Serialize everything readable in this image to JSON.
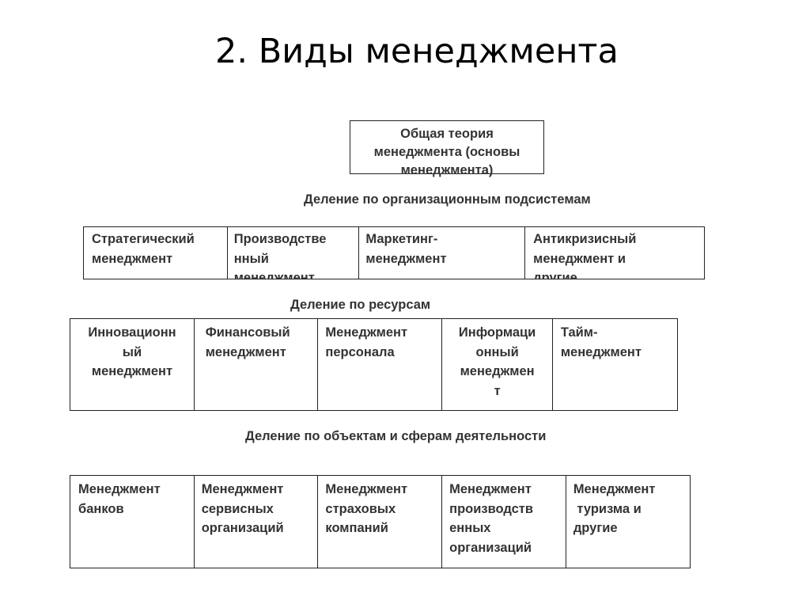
{
  "title": "2. Виды менеджмента",
  "root": {
    "lines": [
      "Общая теория",
      "менеджмента (основы",
      "менеджмента)"
    ]
  },
  "groups": [
    {
      "label": "Деление по организационным подсистемам",
      "cells": [
        {
          "lines": [
            "Стратегический",
            "менеджмент"
          ]
        },
        {
          "lines": [
            "Производстве",
            "нный",
            "менеджмент"
          ]
        },
        {
          "lines": [
            "Маркетинг-",
            "менеджмент"
          ]
        },
        {
          "lines": [
            "Антикризисный",
            "менеджмент и",
            "другие."
          ]
        }
      ]
    },
    {
      "label": "Деление по  ресурсам",
      "cells": [
        {
          "lines": [
            "Инновационн",
            "ый",
            "менеджмент"
          ]
        },
        {
          "lines": [
            "Финансовый",
            "менеджмент"
          ]
        },
        {
          "lines": [
            "Менеджмент",
            "персонала"
          ]
        },
        {
          "lines": [
            "Информаци",
            "онный",
            "менеджмен",
            "т"
          ]
        },
        {
          "lines": [
            "Тайм-",
            "менеджмент"
          ]
        }
      ]
    },
    {
      "label": "Деление по объектам и сферам деятельности",
      "cells": [
        {
          "lines": [
            "Менеджмент",
            "банков"
          ]
        },
        {
          "lines": [
            "Менеджмент",
            "сервисных",
            "организаций"
          ]
        },
        {
          "lines": [
            "Менеджмент",
            "страховых",
            "компаний"
          ]
        },
        {
          "lines": [
            "Менеджмент",
            "производств",
            "енных",
            "организаций"
          ]
        },
        {
          "lines": [
            "Менеджмент",
            " туризма и",
            "другие"
          ]
        }
      ]
    }
  ]
}
